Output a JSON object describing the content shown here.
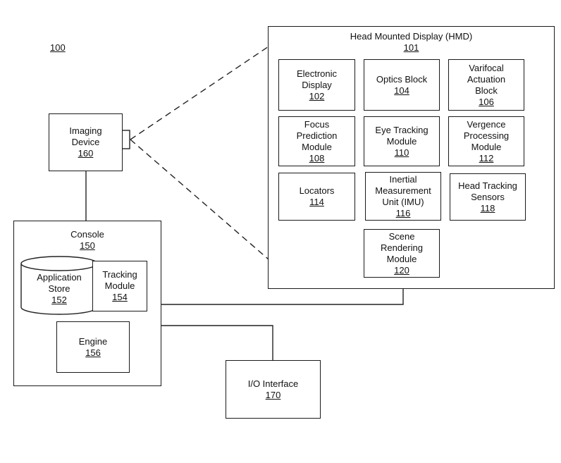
{
  "figure_ref": "100",
  "hmd": {
    "title": "Head Mounted Display (HMD)",
    "number": "101"
  },
  "hmd_blocks": [
    {
      "lines": [
        "Electronic",
        "Display"
      ],
      "number": "102"
    },
    {
      "lines": [
        "Optics Block"
      ],
      "number": "104"
    },
    {
      "lines": [
        "Varifocal",
        "Actuation",
        "Block"
      ],
      "number": "106"
    },
    {
      "lines": [
        "Focus",
        "Prediction",
        "Module"
      ],
      "number": "108"
    },
    {
      "lines": [
        "Eye Tracking",
        "Module"
      ],
      "number": "110"
    },
    {
      "lines": [
        "Vergence",
        "Processing",
        "Module"
      ],
      "number": "112"
    },
    {
      "lines": [
        "Locators"
      ],
      "number": "114"
    },
    {
      "lines": [
        "Inertial",
        "Measurement",
        "Unit (IMU)"
      ],
      "number": "116"
    },
    {
      "lines": [
        "Head Tracking",
        "Sensors"
      ],
      "number": "118"
    },
    {
      "lines": [
        "Scene",
        "Rendering",
        "Module"
      ],
      "number": "120"
    }
  ],
  "imaging_device": {
    "lines": [
      "Imaging",
      "Device"
    ],
    "number": "160"
  },
  "console": {
    "title": "Console",
    "number": "150"
  },
  "application_store": {
    "lines": [
      "Application",
      "Store"
    ],
    "number": "152"
  },
  "tracking_module": {
    "lines": [
      "Tracking",
      "Module"
    ],
    "number": "154"
  },
  "engine": {
    "lines": [
      "Engine"
    ],
    "number": "156"
  },
  "io_interface": {
    "lines": [
      "I/O Interface"
    ],
    "number": "170"
  }
}
